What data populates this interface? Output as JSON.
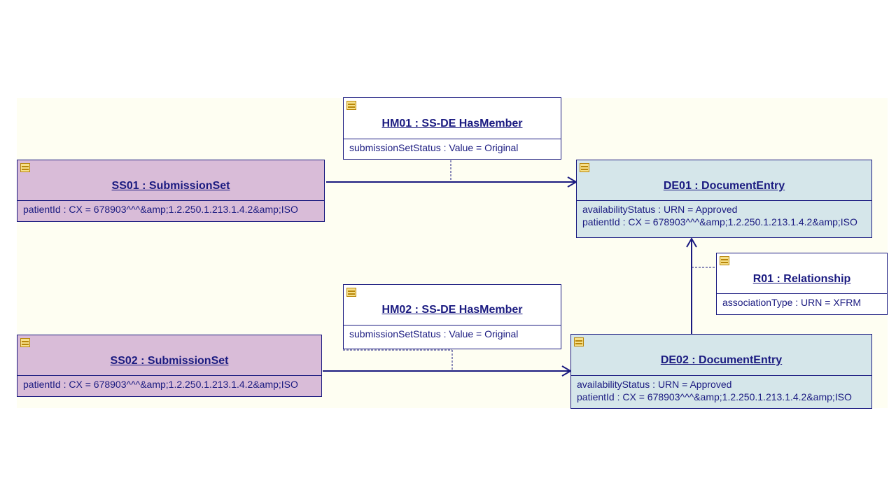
{
  "diagram": {
    "colors": {
      "line": "#1a1a80",
      "submission_set_fill": "#d9bcd8",
      "document_entry_fill": "#d5e6ea",
      "association_fill": "#ffffff",
      "canvas_fill": "#fefef2",
      "icon_fill": "#f6e08a"
    },
    "objects": {
      "ss01": {
        "icon": "object-icon",
        "title": "SS01 : SubmissionSet",
        "attributes": [
          "patientId : CX = 678903^^^&amp;1.2.250.1.213.1.4.2&amp;ISO"
        ]
      },
      "ss02": {
        "icon": "object-icon",
        "title": "SS02 : SubmissionSet",
        "attributes": [
          "patientId : CX = 678903^^^&amp;1.2.250.1.213.1.4.2&amp;ISO"
        ]
      },
      "hm01": {
        "icon": "object-icon",
        "title": "HM01 : SS-DE HasMember",
        "attributes": [
          "submissionSetStatus : Value = Original"
        ]
      },
      "hm02": {
        "icon": "object-icon",
        "title": "HM02 : SS-DE HasMember",
        "attributes": [
          "submissionSetStatus : Value = Original"
        ]
      },
      "de01": {
        "icon": "object-icon",
        "title": "DE01 : DocumentEntry",
        "attributes": [
          "availabilityStatus : URN = Approved",
          "patientId : CX = 678903^^^&amp;1.2.250.1.213.1.4.2&amp;ISO"
        ]
      },
      "de02": {
        "icon": "object-icon",
        "title": "DE02 : DocumentEntry",
        "attributes": [
          "availabilityStatus : URN = Approved",
          "patientId : CX = 678903^^^&amp;1.2.250.1.213.1.4.2&amp;ISO"
        ]
      },
      "r01": {
        "icon": "object-icon",
        "title": "R01 : Relationship",
        "attributes": [
          "associationType : URN = XFRM"
        ]
      }
    },
    "links": [
      {
        "from": "SS01",
        "to": "DE01",
        "kind": "directed-association",
        "association_class": "HM01"
      },
      {
        "from": "SS02",
        "to": "DE02",
        "kind": "directed-association",
        "association_class": "HM02"
      },
      {
        "from": "DE02",
        "to": "DE01",
        "kind": "directed-association",
        "association_class": "R01"
      }
    ]
  }
}
